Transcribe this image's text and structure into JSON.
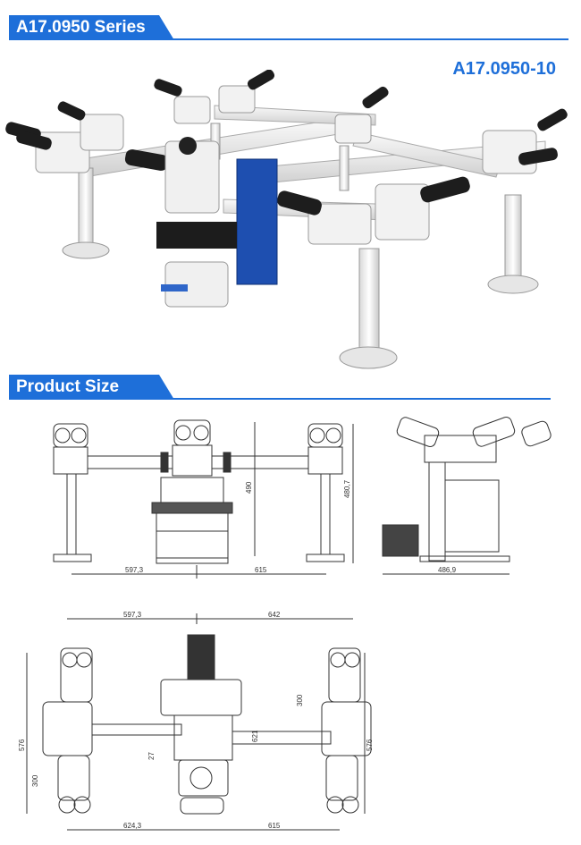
{
  "header": {
    "series_title": "A17.0950 Series",
    "model": "A17.0950-10"
  },
  "section2": {
    "title": "Product Size"
  },
  "front_view": {
    "dim_left_width": "597,3",
    "dim_right_width": "615",
    "dim_height_inner": "490",
    "dim_height_outer": "480,7"
  },
  "side_view": {
    "dim_depth": "486,9"
  },
  "top_view": {
    "dim_top_left": "597,3",
    "dim_top_right": "642",
    "dim_left_outer": "576",
    "dim_left_lower": "300",
    "dim_center_small": "27",
    "dim_center_height": "621",
    "dim_right_upper": "300",
    "dim_right_outer": "576",
    "dim_bottom_left": "624,3",
    "dim_bottom_right": "615"
  },
  "colors": {
    "brand_blue": "#1e6fd9",
    "accent_blue": "#2f66c9"
  }
}
